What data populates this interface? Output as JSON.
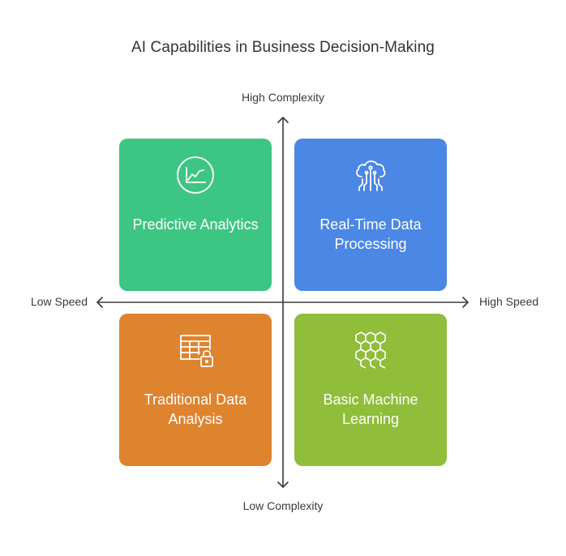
{
  "title": "AI Capabilities in Business Decision-Making",
  "axes": {
    "top": "High Complexity",
    "bottom": "Low Complexity",
    "left": "Low Speed",
    "right": "High Speed"
  },
  "quadrants": [
    {
      "label": "Predictive Analytics",
      "icon": "line-chart-icon",
      "color": "#3DC583"
    },
    {
      "label": "Real-Time Data Processing",
      "icon": "cloud-circuit-icon",
      "color": "#4B87E4"
    },
    {
      "label": "Traditional Data Analysis",
      "icon": "locked-table-icon",
      "color": "#DE832E"
    },
    {
      "label": "Basic Machine Learning",
      "icon": "hexagon-network-icon",
      "color": "#90BD3A"
    }
  ]
}
